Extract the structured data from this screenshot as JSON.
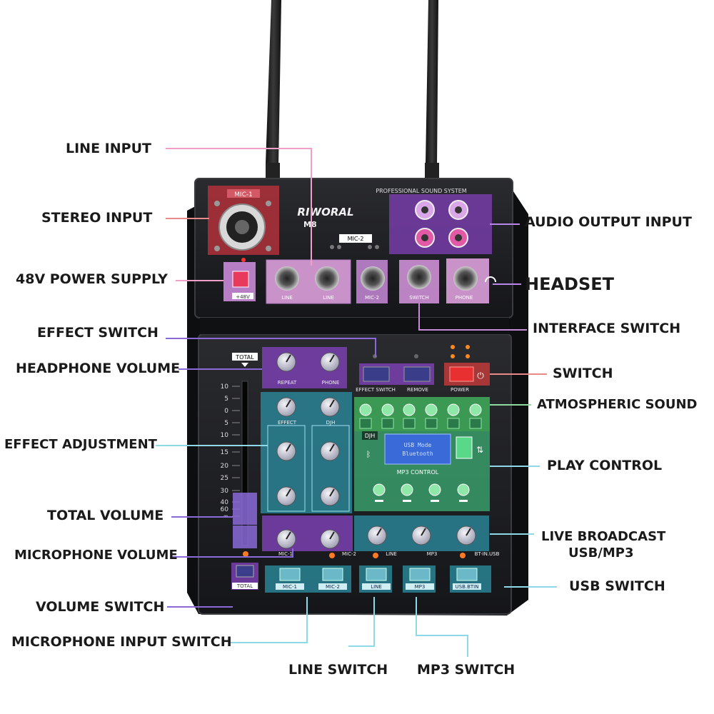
{
  "device": {
    "brand": "RIWORAL",
    "model": "M8",
    "tagline": "PROFESSIONAL SOUND SYSTEM",
    "top_labels": {
      "mic1": "MIC-1",
      "mic2": "MIC-2",
      "p48v": "+48V",
      "line": "LINE",
      "switch": "SWITCH",
      "phone": "PHONE"
    },
    "knob_labels": {
      "repeat": "REPEAT",
      "phone": "PHONE",
      "effect": "EFFECT",
      "djh": "DJH",
      "mic1": "MIC-1",
      "mic2": "MIC-2",
      "line": "LINE",
      "mp3": "MP3",
      "btin_usb": "BT-IN.USB"
    },
    "buttons": {
      "effect_switch": "EFFECT SWITCH",
      "remove": "REMOVE",
      "power": "POWER",
      "total": "TOTAL"
    },
    "fader_label": "TOTAL",
    "fader_scale": [
      "10",
      "5",
      "0",
      "5",
      "10",
      "15",
      "20",
      "25",
      "30",
      "40",
      "60",
      "∞"
    ],
    "mp3": {
      "badge": "DJH",
      "title": "MP3 CONTROL",
      "screen_line1": "USB Mode",
      "screen_line2": "Bluetooth"
    },
    "bottom_switches": [
      "MIC-1",
      "MIC-2",
      "LINE",
      "MP3",
      "USB.BTIN"
    ]
  },
  "callouts": {
    "line_input": "LINE INPUT",
    "stereo_input": "STEREO INPUT",
    "power_48v": "48V POWER SUPPLY",
    "effect_switch": "EFFECT SWITCH",
    "headphone_volume": "HEADPHONE VOLUME",
    "effect_adjustment": "EFFECT ADJUSTMENT",
    "total_volume": "TOTAL VOLUME",
    "microphone_volume": "MICROPHONE VOLUME",
    "volume_switch": "VOLUME SWITCH",
    "mic_input_switch": "MICROPHONE INPUT SWITCH",
    "line_switch": "LINE SWITCH",
    "mp3_switch": "MP3 SWITCH",
    "audio_output_input": "AUDIO OUTPUT INPUT",
    "headset": "HEADSET",
    "interface_switch": "INTERFACE SWITCH",
    "switch": "SWITCH",
    "atmospheric_sound": "ATMOSPHERIC SOUND",
    "play_control": "PLAY CONTROL",
    "live_broadcast_1": "LIVE BROADCAST",
    "live_broadcast_2": "USB/MP3",
    "usb_switch": "USB SWITCH"
  },
  "colors": {
    "body": "#1b1c1f",
    "body_edge": "#3a3c40",
    "red_zone": "#b0303a",
    "purple_zone": "#7a3fb0",
    "pink_zone": "#c98ad8",
    "teal_zone": "#2a8a9c",
    "green_zone": "#3fae5a",
    "line_pink": "#f0a0c8",
    "line_red": "#e88a8a",
    "line_purple": "#8a6ad8",
    "line_cyan": "#8fd8e8",
    "line_green": "#8fd8a0"
  }
}
